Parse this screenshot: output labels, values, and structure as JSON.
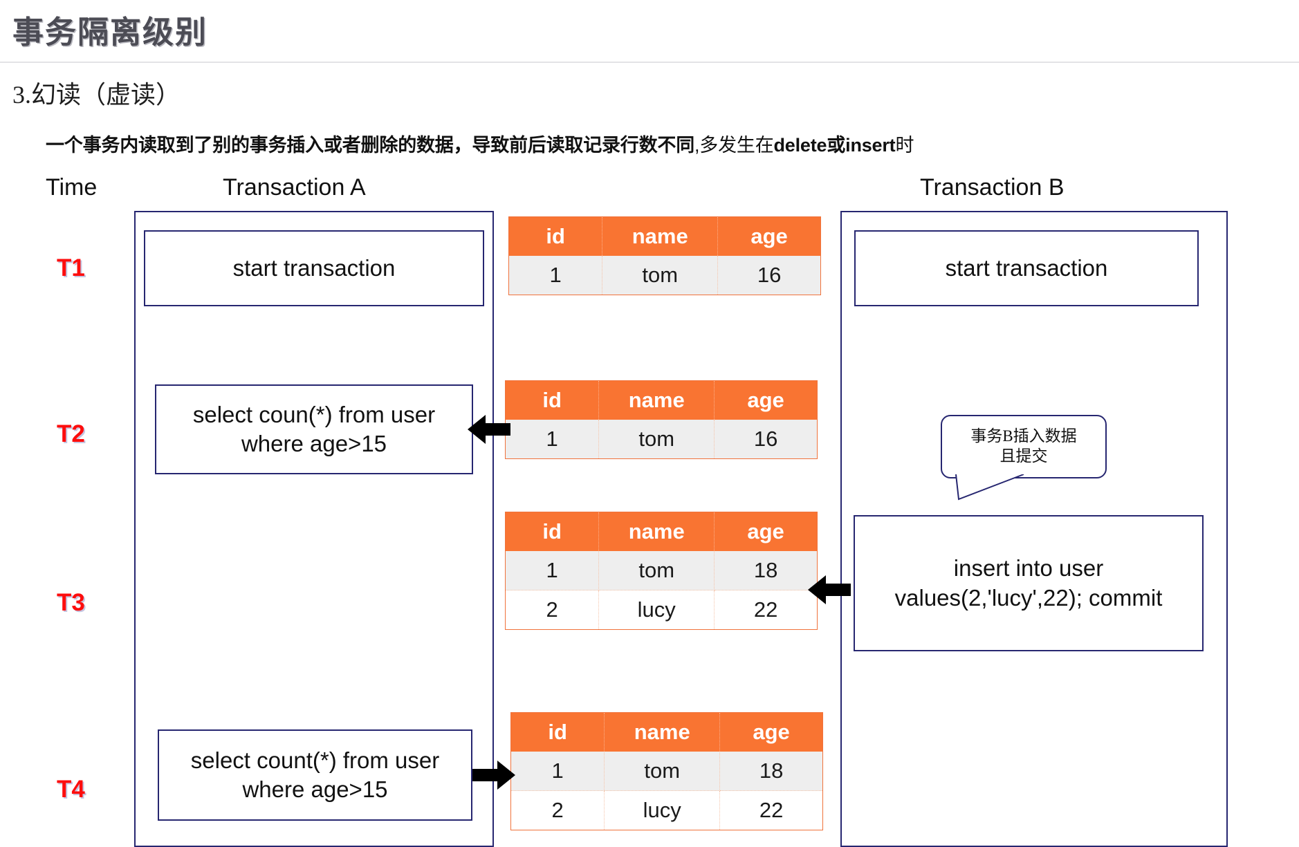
{
  "header": {
    "title": "事务隔离级别",
    "section": "3.幻读（虚读）",
    "lead_bold": "一个事务内读取到了别的事务插入或者删除的数据，导致前后读取记录行数不同",
    "lead_tail_1": ",多发生在",
    "lead_tail_bold": "delete或insert",
    "lead_tail_2": "时"
  },
  "columns": {
    "time": "Time",
    "transaction_a": "Transaction A",
    "transaction_b": "Transaction B"
  },
  "time_steps": [
    {
      "label": "T1"
    },
    {
      "label": "T2"
    },
    {
      "label": "T3"
    },
    {
      "label": "T4"
    }
  ],
  "statements": {
    "a_t1": "start transaction",
    "b_t1": "start transaction",
    "a_t2": "select coun(*) from user where age>15",
    "b_t3": "insert into user values(2,'lucy',22); commit",
    "a_t4": "select count(*) from user where age>15"
  },
  "callout": {
    "line1": "事务B插入数据",
    "line2": "且提交"
  },
  "table_headers": {
    "id": "id",
    "name": "name",
    "age": "age"
  },
  "tables": {
    "t1": {
      "headers": [
        "id",
        "name",
        "age"
      ],
      "rows": [
        {
          "id": "1",
          "name": "tom",
          "age": "16"
        }
      ]
    },
    "t2": {
      "headers": [
        "id",
        "name",
        "age"
      ],
      "rows": [
        {
          "id": "1",
          "name": "tom",
          "age": "16"
        }
      ]
    },
    "t3": {
      "headers": [
        "id",
        "name",
        "age"
      ],
      "rows": [
        {
          "id": "1",
          "name": "tom",
          "age": "18"
        },
        {
          "id": "2",
          "name": "lucy",
          "age": "22"
        }
      ]
    },
    "t4": {
      "headers": [
        "id",
        "name",
        "age"
      ],
      "rows": [
        {
          "id": "1",
          "name": "tom",
          "age": "18"
        },
        {
          "id": "2",
          "name": "lucy",
          "age": "22"
        }
      ]
    }
  },
  "arrows": {
    "t2_direction": "left",
    "t3_direction": "left",
    "t4_direction": "right"
  },
  "colors": {
    "table_header_orange": "#f97432",
    "table_border_orange": "#f0723b",
    "row_alt_gray": "#eeeeee",
    "box_navy": "#262670",
    "time_label_red": "#fd0d0d",
    "title_gray": "#4c4c55"
  }
}
